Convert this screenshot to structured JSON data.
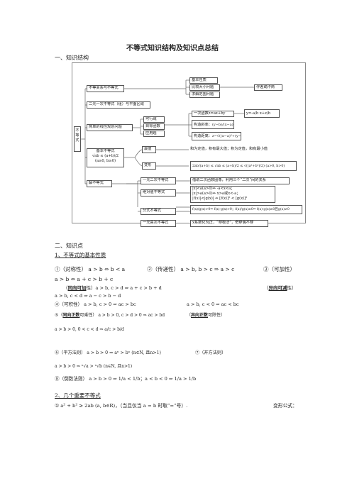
{
  "title": "不等式知识结构及知识点总结",
  "sec1": "一、知识结构",
  "map": {
    "root": "不等式",
    "n1": "不等关系与不等式",
    "n1a": "基本性质",
    "n1b": "比较大小问题",
    "n1c": "求解范围问题",
    "n1d": "作差或作商",
    "n2": "二元一次不等式（组）与平面区域",
    "n3": "简单的线性规划问题",
    "n3a": "可行域",
    "n3b": "目标函数",
    "n3c": "应用题",
    "n3d": "一次函数z=ax+by",
    "n3e": "构造斜率：",
    "n3f": "构造距离：",
    "n3g": "y=-a/b x+z/b",
    "n4": "基本不等式",
    "n4f": "√ab ≤ (a+b)/2",
    "n4c": "(a≥0, b≥0)",
    "n4a": "最值",
    "n4b": "变形",
    "n4d": "和为定值，积有最大值；积为定值，和有最小值",
    "n4e": "2ab/(a+b) ≤ √ab ≤ (a+b)/2 ≤ √((a²+b²)/2)  (a>0, b>0)",
    "n5": "解不等式",
    "n5a": "一元二次不等式",
    "n5b": "绝对值不等式",
    "n5c": "分式不等式",
    "n5d": "一元高次不等式",
    "n5a1": "借助二次函数图像，利用三个“二次”间的关系",
    "n5b1": "|x|<a(a>0)⇔ -a<x<a；",
    "n5b2": "|x|>a(a>0)⇔ x>a或x<-a；",
    "n5b3": "|f(x)|<|g(x)| ⇔ [f(x)]² < [g(x)]²",
    "n5c1": "f(x)/g(x)>0⇔ f(x)·g(x)>0；f(x)/g(x)≥0⇔ f(x)·g(x)≥0且g(x)≠0",
    "n5d1": "x系数化为正，“穿根法”，奇穿偶不穿"
  },
  "sec2": "二、知识点",
  "h1": "1、不等式的基本性质",
  "p1a": "①（对称性） a > b ⇔ b < a",
  "p1b": "②（传递性） a > b, b > c ⇒ a > c",
  "p1c": "③（可加性）",
  "p1d": "a > b ⇔ a + c > b + c",
  "p1e_pre": "（",
  "p1e_ul": "同向可加",
  "p1e_post": "性）a > b, c > d ⇒ a + c > b + d",
  "p1f_pre": "（",
  "p1f_ul": "异向可减",
  "p1f_post": "性）",
  "p1g": "a > b, c < d ⇒ a − c > b − d",
  "p1h": "④（可积性） a > b, c > 0 ⇒ ac > bc",
  "p1i": "a > b, c < 0 ⇒ ac < bc",
  "p1j_pre": "⑤（",
  "p1j_ul": "同向正数",
  "p1j_post": "可乘性） a > b > 0, c > d > 0 ⇒ ac > bd",
  "p1k_pre": "（",
  "p1k_ul": "异向正数",
  "p1k_post": "可除性）",
  "p1l": "a > b > 0, 0 < c < d ⇒ a/c > b/d",
  "p1m": "⑥（平方法则） a > b > 0 ⇒ aⁿ > bⁿ (n∈N, 且n>1)",
  "p1n": "⑦（开方法则）",
  "p1o": "a > b > 0 ⇒ ⁿ√a > ⁿ√b (n∈N, 且n>1)",
  "p1p": "⑧（倒数法则） a > b > 0 ⇒ 1/a < 1/b；a < b < 0 ⇒ 1/a > 1/b",
  "h2": "2、几个重要不等式",
  "p2a": "① a² + b² ≥ 2ab (a, b∈R)，（当且仅当 a = b 时取“=”号）.",
  "p2b": "变形公式："
}
